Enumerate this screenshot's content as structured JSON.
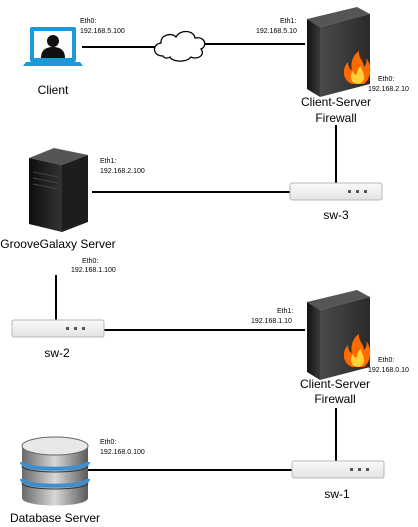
{
  "nodes": {
    "client": {
      "label": "Client",
      "eth_name": "Eth0:",
      "eth_ip": "192.168.5.100"
    },
    "firewall_top": {
      "label_line1": "Client-Server",
      "label_line2": "Firewall",
      "eth1_name": "Eth1:",
      "eth1_ip": "192.168.5.10",
      "eth0_name": "Eth0:",
      "eth0_ip": "192.168.2.10"
    },
    "sw3": {
      "label": "sw-3"
    },
    "groove_server": {
      "label": "GrooveGalaxy Server",
      "eth1_name": "Eth1:",
      "eth1_ip": "192.168.2.100",
      "eth0_name": "Eth0:",
      "eth0_ip": "192.168.1.100"
    },
    "sw2": {
      "label": "sw-2"
    },
    "firewall_bottom": {
      "label_line1": "Client-Server",
      "label_line2": "Firewall",
      "eth1_name": "Eth1:",
      "eth1_ip": "192.168.1.10",
      "eth0_name": "Eth0:",
      "eth0_ip": "192.168.0.10"
    },
    "sw1": {
      "label": "sw-1"
    },
    "db_server": {
      "label": "Database Server",
      "eth_name": "Eth0:",
      "eth_ip": "192.168.0.100"
    }
  },
  "colors": {
    "monitor": "#1a9bd7",
    "firewall_body": "#2a2a2a",
    "flame": "#ff6a00",
    "server_body": "#1b1b1b",
    "db_blue": "#3d8fd1",
    "switch_fill": "#f4f4f4",
    "switch_stroke": "#b8b8b8"
  }
}
